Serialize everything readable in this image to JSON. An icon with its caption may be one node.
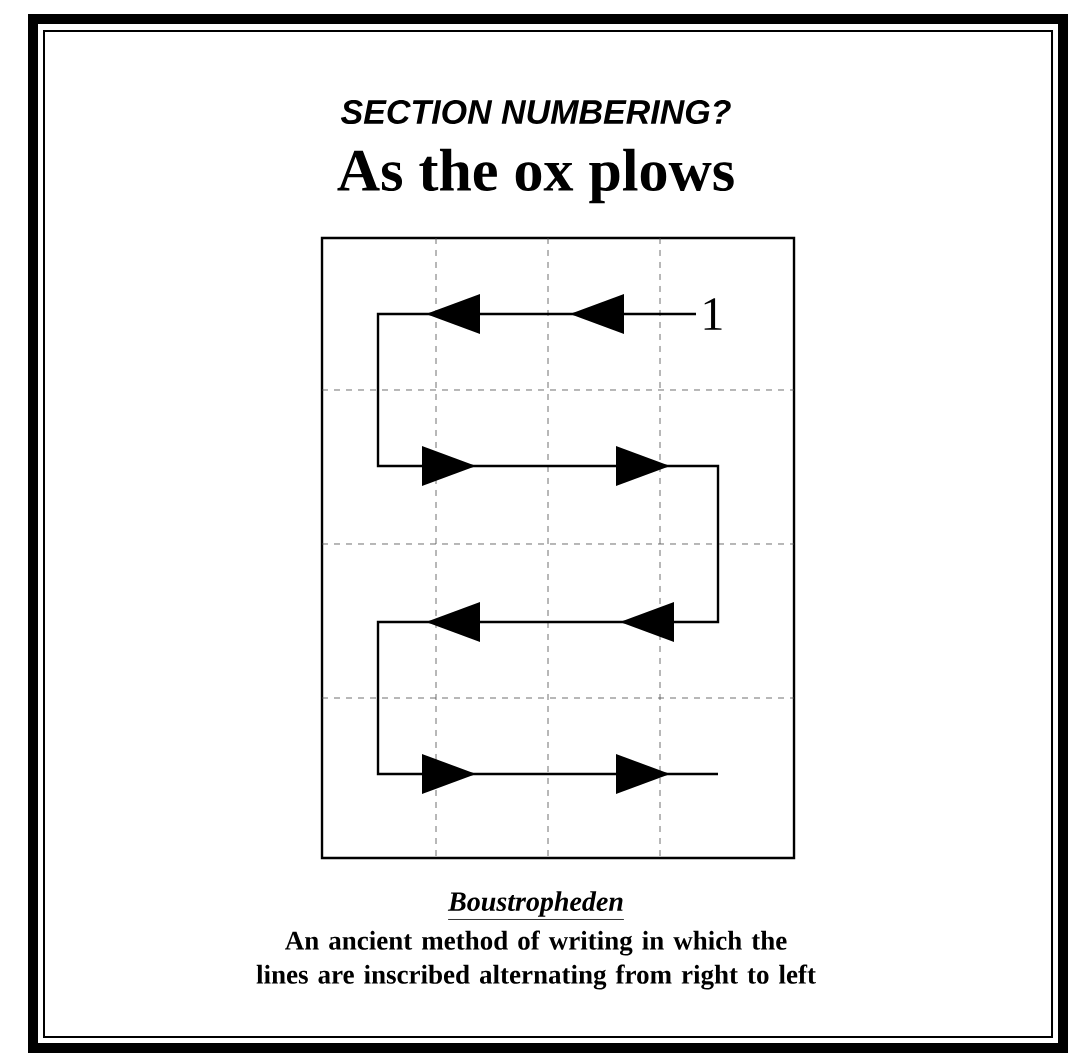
{
  "diagram": {
    "title": "As the ox plows",
    "labels": [
      "SECTION NUMBERING?",
      "1",
      "Boustropheden",
      "An ancient method of writing in which the lines are inscribed alternating from right to left"
    ]
  }
}
